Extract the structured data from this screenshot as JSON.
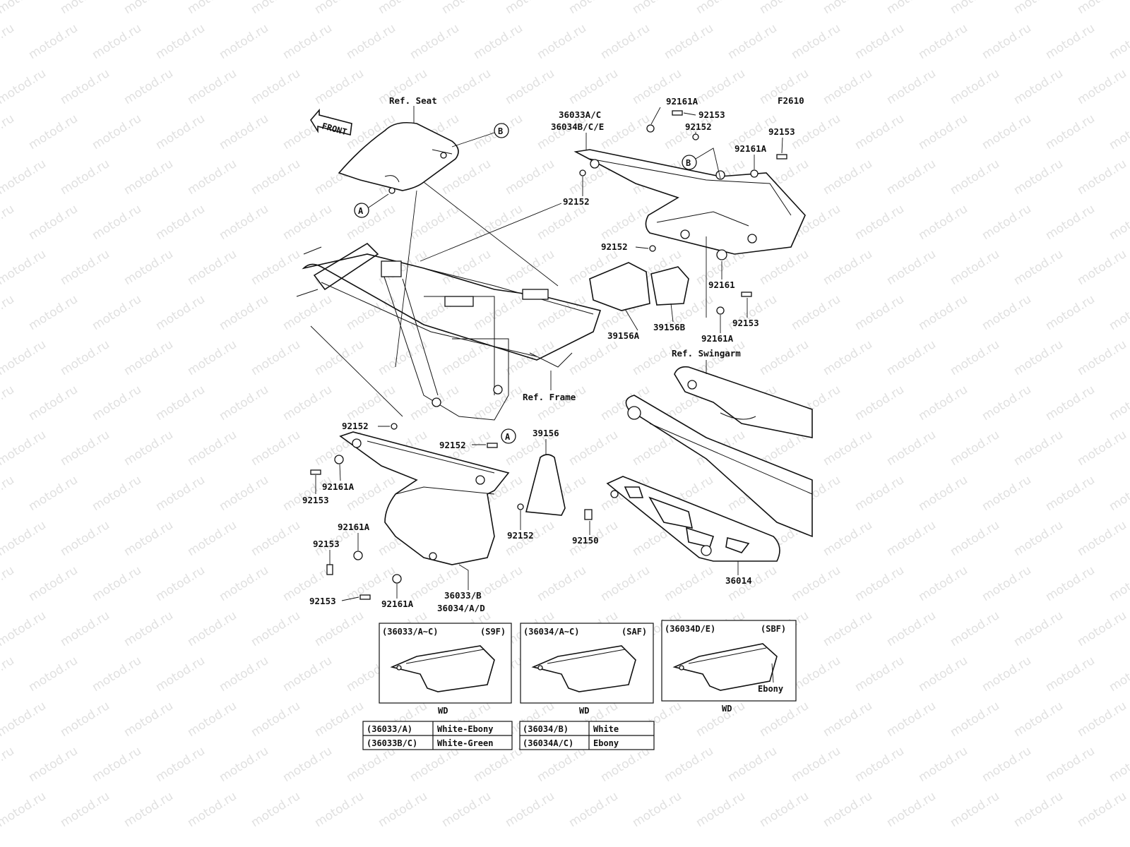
{
  "figure_code": "F2610",
  "front_label": "FRONT",
  "callouts": {
    "A": "A",
    "B": "B"
  },
  "refs": {
    "seat": "Ref. Seat",
    "frame": "Ref. Frame",
    "swingarm": "Ref. Swingarm"
  },
  "parts": {
    "p36033ac": "36033A/C",
    "p36034bce": "36034B/C/E",
    "p92161a_top": "92161A",
    "p92153_top": "92153",
    "p92152_top": "92152",
    "p92153_r": "92153",
    "p92161a_r": "92161A",
    "p92152_l": "92152",
    "p92152_m": "92152",
    "p92161": "92161",
    "p92153_r2": "92153",
    "p92161a_r2": "92161A",
    "p39156a": "39156A",
    "p39156b": "39156B",
    "p92152_ll": "92152",
    "p92152_la": "92152",
    "p39156": "39156",
    "p92161a_l1": "92161A",
    "p92153_l1": "92153",
    "p92161a_l2": "92161A",
    "p92153_l2": "92153",
    "p92152_lb": "92152",
    "p92150": "92150",
    "p92153_l3": "92153",
    "p92161a_l3": "92161A",
    "p36033b": "36033/B",
    "p36034ad": "36034/A/D",
    "p36014": "36014"
  },
  "variant_boxes": [
    {
      "code": "(36033/A~C)",
      "color_code": "(S9F)",
      "footer": "WD",
      "note": ""
    },
    {
      "code": "(36034/A~C)",
      "color_code": "(SAF)",
      "footer": "WD",
      "note": ""
    },
    {
      "code": "(36034D/E)",
      "color_code": "(SBF)",
      "footer": "WD",
      "note": "Ebony"
    }
  ],
  "color_tables": [
    {
      "rows": [
        {
          "part": "(36033/A)",
          "color": "White-Ebony"
        },
        {
          "part": "(36033B/C)",
          "color": "White-Green"
        }
      ]
    },
    {
      "rows": [
        {
          "part": "(36034/B)",
          "color": "White"
        },
        {
          "part": "(36034A/C)",
          "color": "Ebony"
        }
      ]
    }
  ],
  "watermark": "motod.ru"
}
